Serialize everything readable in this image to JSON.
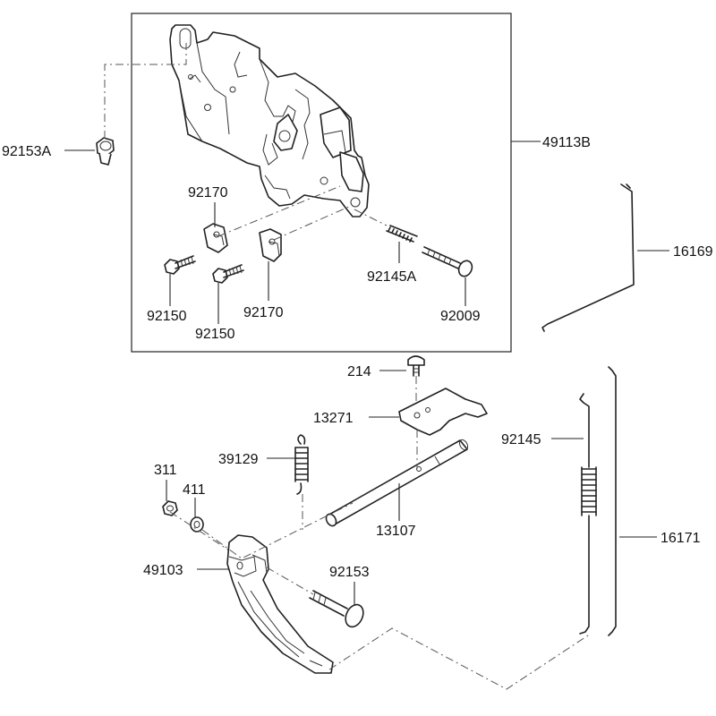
{
  "labels": {
    "p92153A": "92153A",
    "p49113B": "49113B",
    "p92170a": "92170",
    "p92170b": "92170",
    "p92150a": "92150",
    "p92150b": "92150",
    "p92145A": "92145A",
    "p92009": "92009",
    "p16169": "16169",
    "p214": "214",
    "p13271": "13271",
    "p39129": "39129",
    "p311": "311",
    "p411": "411",
    "p13107": "13107",
    "p49103": "49103",
    "p92153": "92153",
    "p92145": "92145",
    "p16171": "16171"
  }
}
